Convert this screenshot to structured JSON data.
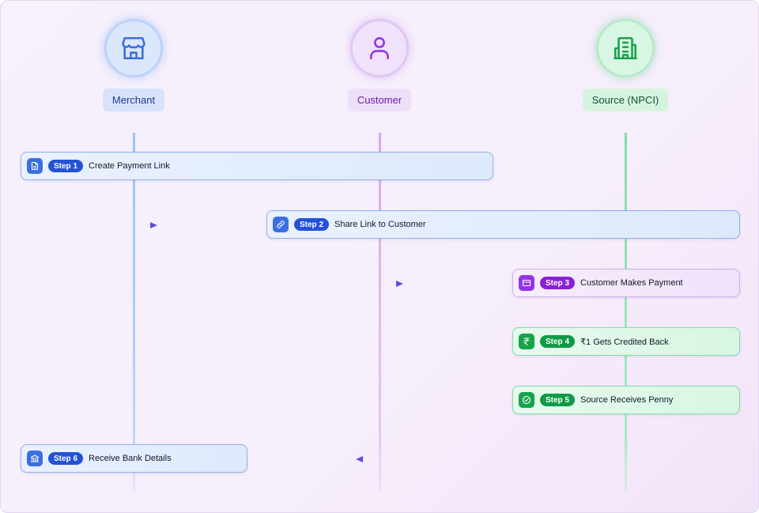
{
  "actors": {
    "merchant": {
      "label": "Merchant",
      "icon": "store-icon"
    },
    "customer": {
      "label": "Customer",
      "icon": "user-icon"
    },
    "source": {
      "label": "Source (NPCI)",
      "icon": "building-icon"
    }
  },
  "steps": [
    {
      "badge": "Step 1",
      "text": "Create Payment Link",
      "icon": "document-icon",
      "color": "#2452d6"
    },
    {
      "badge": "Step 2",
      "text": "Share Link to Customer",
      "icon": "link-icon",
      "color": "#2452d6"
    },
    {
      "badge": "Step 3",
      "text": "Customer Makes Payment",
      "icon": "card-icon",
      "color": "#8a1fd8"
    },
    {
      "badge": "Step 4",
      "text": "₹1 Gets Credited Back",
      "icon": "rupee-icon",
      "color": "#0f9a45"
    },
    {
      "badge": "Step 5",
      "text": "Source Receives Penny",
      "icon": "check-circle-icon",
      "color": "#0f9a45"
    },
    {
      "badge": "Step 6",
      "text": "Receive Bank Details",
      "icon": "bank-icon",
      "color": "#2452d6"
    }
  ],
  "colors": {
    "merchant": "#3b6fe0",
    "customer": "#9333ea",
    "source": "#16a34a",
    "arrow": "#6b5ce7"
  }
}
